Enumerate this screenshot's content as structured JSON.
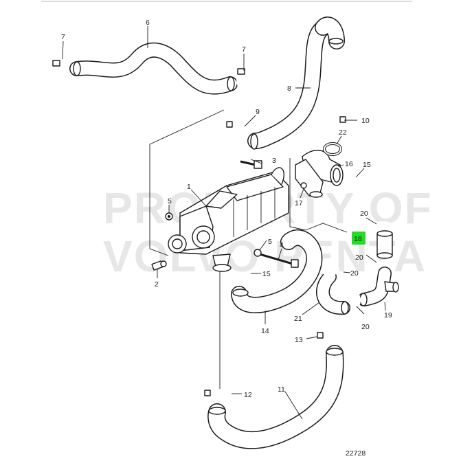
{
  "watermark": {
    "line1": "PROPERTY OF",
    "line2": "VOLVO PENTA"
  },
  "figure_number": "22728",
  "highlight_color": "#22dd22",
  "callouts": {
    "c1": "1",
    "c2": "2",
    "c3": "3",
    "c4": "4",
    "c5a": "5",
    "c5b": "5",
    "c6": "6",
    "c7a": "7",
    "c7b": "7",
    "c8": "8",
    "c9": "9",
    "c10": "10",
    "c11": "11",
    "c12": "12",
    "c13": "13",
    "c14": "14",
    "c15a": "15",
    "c15b": "15",
    "c16": "16",
    "c17": "17",
    "c18": "18",
    "c19": "19",
    "c20a": "20",
    "c20b": "20",
    "c20c": "20",
    "c20d": "20",
    "c21": "21",
    "c22": "22"
  }
}
